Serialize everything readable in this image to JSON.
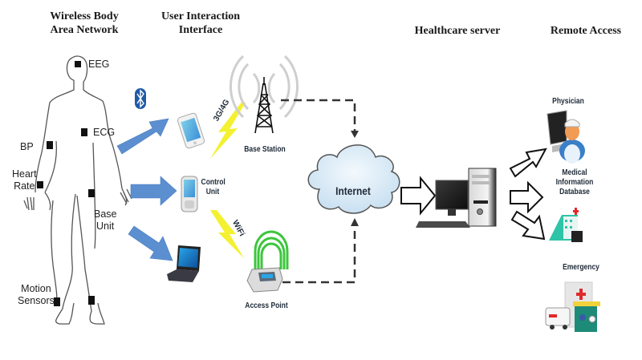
{
  "headings": {
    "wban": [
      "Wireless Body",
      "Area Network"
    ],
    "uii": [
      "User Interaction",
      "Interface"
    ],
    "server": "Healthcare server",
    "remote": "Remote Access"
  },
  "body_sensors": {
    "eeg": "EEG",
    "ecg": "ECG",
    "bp": "BP",
    "heart_rate": [
      "Heart",
      "Rate"
    ],
    "base_unit": [
      "Base",
      "Unit"
    ],
    "motion_sensors": [
      "Motion",
      "Sensors"
    ]
  },
  "network": {
    "cellular_label": "3G/4G",
    "wifi_label": "WiFi",
    "control_unit": [
      "Control",
      "Unit"
    ],
    "base_station": "Base Station",
    "access_point": "Access Point",
    "internet": "Internet"
  },
  "remote": {
    "physician": "Physician",
    "database": [
      "Medical",
      "Information",
      "Database"
    ],
    "emergency": "Emergency"
  },
  "colors": {
    "arrow_blue": "#5b8fd0",
    "bolt_yellow": "#f2f01a",
    "cloud_fill": "#d9ebf7",
    "wifi_green": "#3cc63c",
    "bluetooth": "#1f5aa8"
  }
}
